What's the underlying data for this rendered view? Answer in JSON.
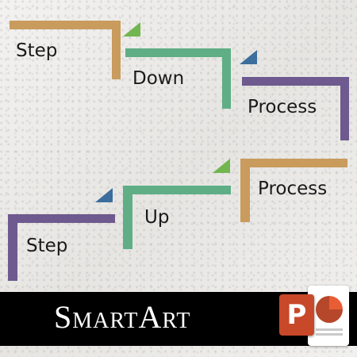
{
  "diagrams": [
    {
      "steps": [
        {
          "label": "Step",
          "color": "#c99b5d"
        },
        {
          "label": "Down",
          "color": "#5fae86"
        },
        {
          "label": "Process",
          "color": "#6e5a8e"
        }
      ],
      "connector_colors": [
        "#71b64e",
        "#3b6e9c"
      ]
    },
    {
      "steps": [
        {
          "label": "Step",
          "color": "#6e5a8e"
        },
        {
          "label": "Up",
          "color": "#5fae86"
        },
        {
          "label": "Process",
          "color": "#c99b5d"
        }
      ],
      "connector_colors": [
        "#3b6e9c",
        "#71b64e"
      ]
    }
  ],
  "banner": {
    "title": "SmartArt",
    "background": "#000000"
  },
  "logo": {
    "letter": "P",
    "accent": "#c8482a",
    "icon": "powerpoint-icon"
  }
}
